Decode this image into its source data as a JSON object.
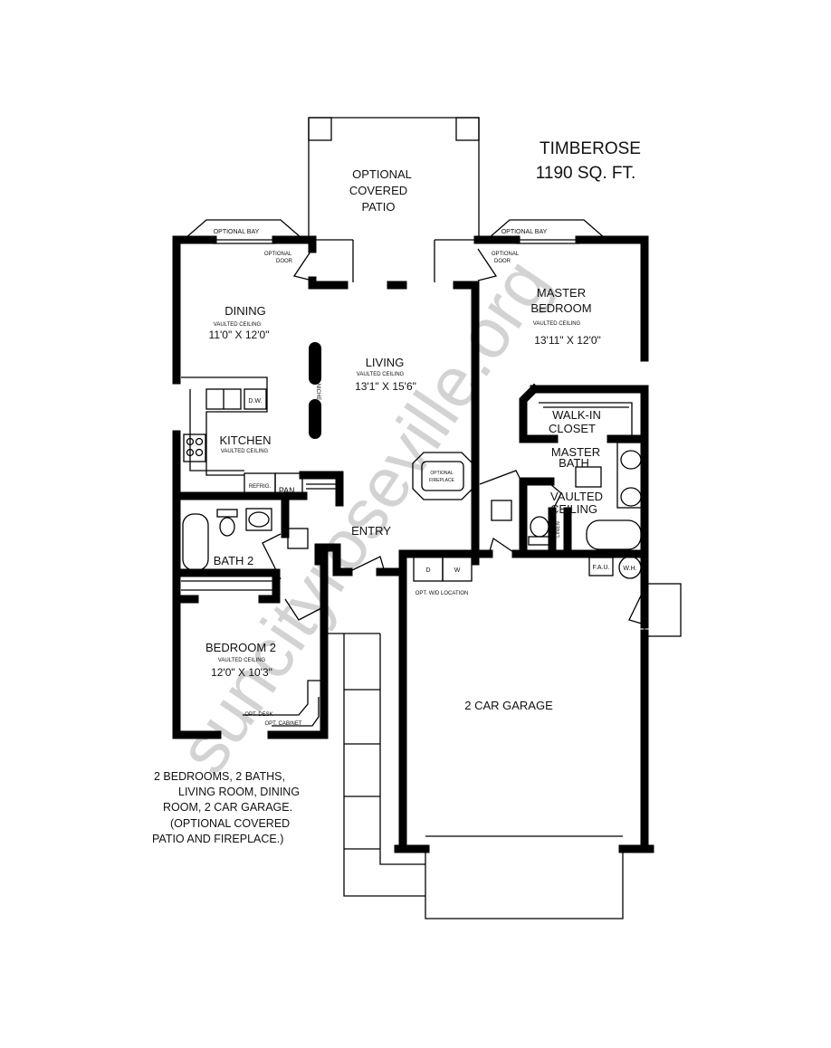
{
  "title": {
    "name": "TIMBEROSE",
    "area": "1190 SQ. FT."
  },
  "watermark": "suncityroseville.org",
  "rooms": {
    "patio": [
      "OPTIONAL",
      "COVERED",
      "PATIO"
    ],
    "dining": {
      "name": "DINING",
      "ceiling": "VAULTED CEILING",
      "size": "11'0\" X 12'0\""
    },
    "living": {
      "name": "LIVING",
      "ceiling": "VAULTED CEILING",
      "size": "13'1\" X 15'6\""
    },
    "master": {
      "name1": "MASTER",
      "name2": "BEDROOM",
      "ceiling": "VAULTED CEILING",
      "size": "13'11\" X 12'0\""
    },
    "closet": {
      "name1": "WALK-IN",
      "name2": "CLOSET"
    },
    "master_bath": {
      "name1": "MASTER",
      "name2": "BATH",
      "ceil1": "VAULTED",
      "ceil2": "CEILING"
    },
    "kitchen": {
      "name": "KITCHEN",
      "ceiling": "VAULTED CEILING"
    },
    "entry": "ENTRY",
    "bath2": "BATH 2",
    "bedroom2": {
      "name": "BEDROOM 2",
      "ceiling": "VAULTED CEILING",
      "size": "12'0\" X 10'3\""
    },
    "garage": "2 CAR GARAGE"
  },
  "labels": {
    "optional_bay": "OPTIONAL BAY",
    "optional_door": [
      "OPTIONAL",
      "DOOR"
    ],
    "dw": "D.W.",
    "refrig": "REFRIG.",
    "pantry": "PAN.",
    "niche": "NICHE",
    "fireplace": [
      "OPTIONAL",
      "FIREPLACE"
    ],
    "linen": "LINEN",
    "fau": "F.A.U.",
    "wh": "W.H.",
    "dryer": "D",
    "washer": "W",
    "wd_location": "OPT. W/D LOCATION",
    "desk": "OPT. DESK",
    "cabinet": "OPT. CABINET"
  },
  "description": [
    "2 BEDROOMS, 2 BATHS,",
    "LIVING ROOM, DINING",
    "ROOM, 2 CAR GARAGE.",
    "(OPTIONAL COVERED",
    "PATIO AND FIREPLACE.)"
  ]
}
